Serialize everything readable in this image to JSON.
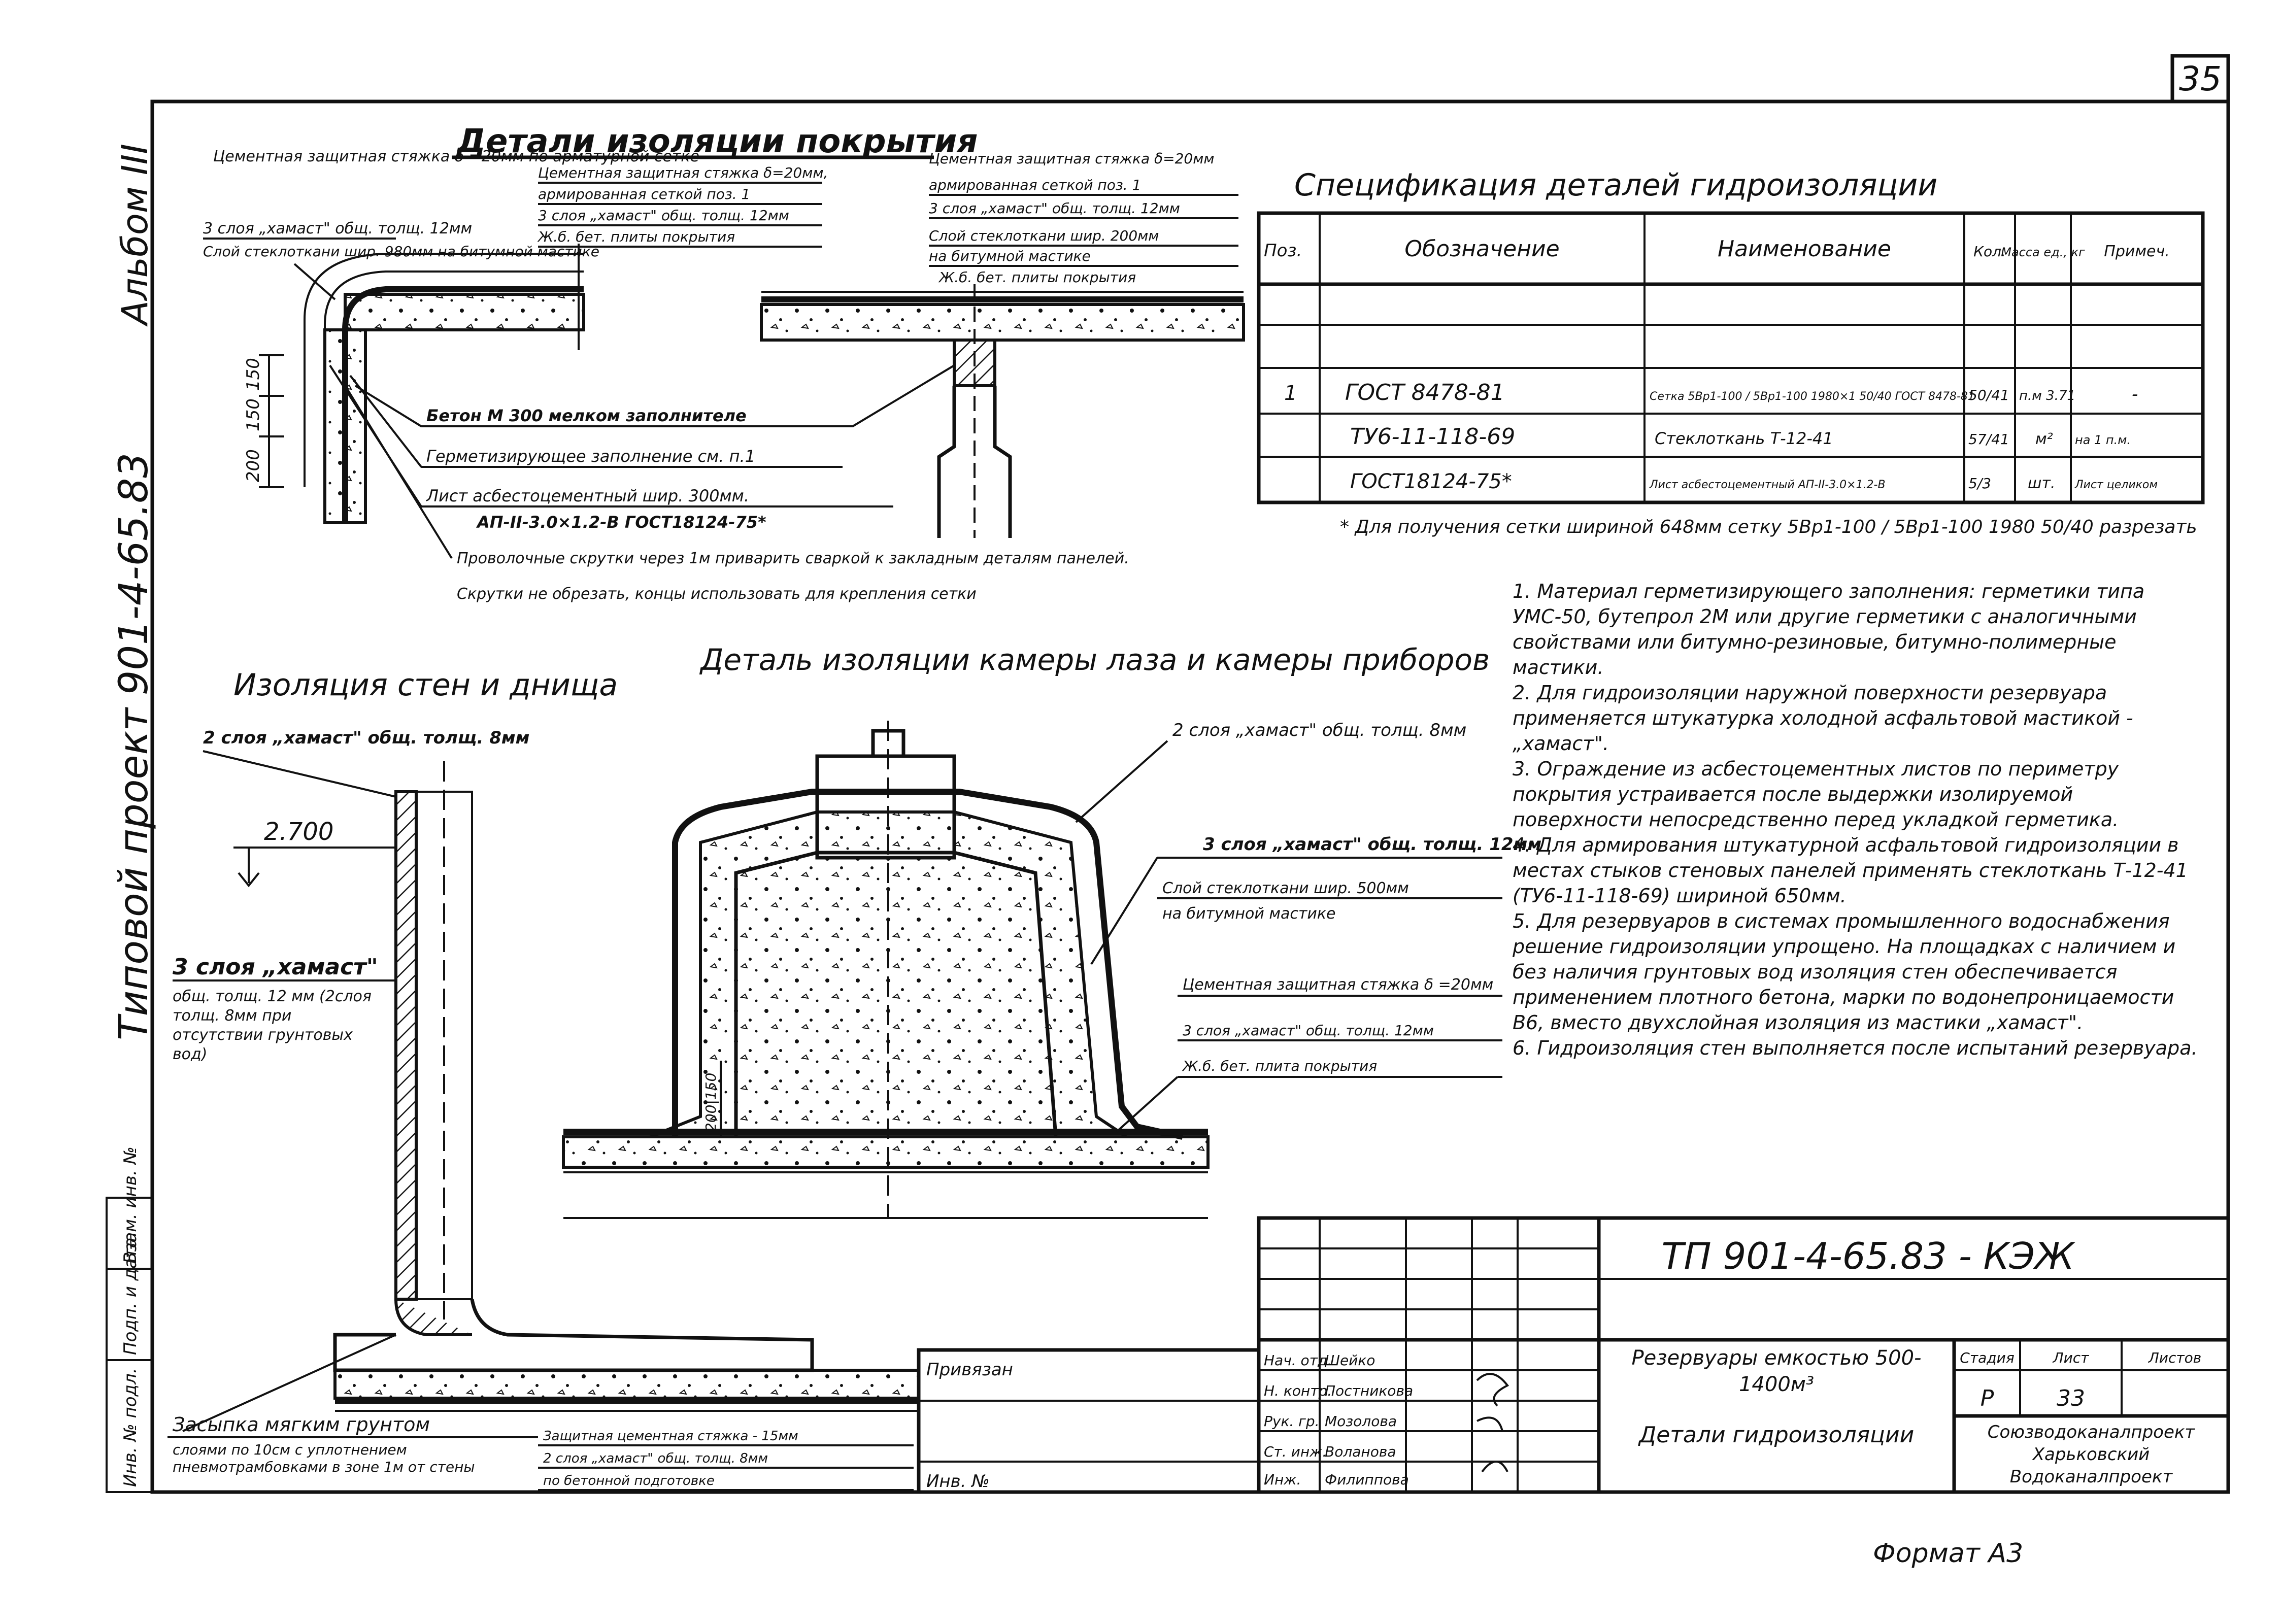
{
  "sheet_number": "35",
  "album": "Альбом III",
  "project": "Типовой проект 901-4-65.83",
  "section_titles": {
    "roof": "Детали изоляции покрытия",
    "walls": "Изоляция стен и днища",
    "chamber": "Деталь изоляции камеры лаза и камеры приборов",
    "spec": "Спецификация деталей гидроизоляции"
  },
  "roof_labels": [
    "Цементная защитная стяжка δ =20мм по арматурной сетке",
    "3 слоя „хамаст\" общ. толщ. 12мм",
    "Слой стеклоткани шир. 980мм на битумной мастике",
    "Цементная защитная стяжка δ=20мм,",
    "армированная сеткой поз. 1",
    "3 слоя „хамаст\" общ. толщ. 12мм",
    "Ж.б. бет. плиты покрытия",
    "Цементная защитная стяжка δ=20мм",
    "армированная сеткой поз. 1",
    "3 слоя „хамаст\" общ. толщ. 12мм",
    "Слой стеклоткани шир. 200мм",
    "на битумной мастике",
    "Ж.б. бет. плиты покрытия",
    "Бетон М 300 мелком заполнителе",
    "Герметизирующее заполнение см. п.1",
    "Лист асбестоцементный шир. 300мм.",
    "АП-II-3.0×1.2-В ГОСТ18124-75*",
    "Проволочные скрутки через 1м приварить сваркой к закладным деталям панелей.",
    "Скрутки не обрезать, концы использовать для крепления сетки"
  ],
  "roof_dims": [
    "200",
    "150",
    "150"
  ],
  "walls_labels": {
    "top": "2 слоя „хамаст\" общ. толщ. 8мм",
    "elev": "2.700",
    "mid_title": "3 слоя „хамаст\"",
    "mid_body": "общ. толщ. 12 мм (2слоя толщ. 8мм при отсутствии грунтовых вод)",
    "backfill_title": "Засыпка мягким грунтом",
    "backfill_body": "слоями по 10см с уплотнением пневмотрамбовками в зоне 1м от стены",
    "screed": "Защитная цементная стяжка - 15мм",
    "layers": "2 слоя „хамаст\" общ. толщ. 8мм",
    "prep": "по бетонной подготовке"
  },
  "chamber_labels": {
    "top": "2 слоя „хамаст\" общ. толщ. 8мм",
    "mid": "3 слоя „хамаст\" общ. толщ. 12мм",
    "glass": "Слой стеклоткани шир. 500мм",
    "mastic": "на битумной мастике",
    "screed": "Цементная защитная стяжка δ =20мм",
    "layers": "3 слоя „хамаст\" общ. толщ. 12мм",
    "slab": "Ж.б. бет. плита покрытия",
    "dim": "200|150"
  },
  "spec_table": {
    "headers": [
      "Поз.",
      "Обозначение",
      "Наименование",
      "Кол.",
      "Масса ед., кг",
      "Примеч."
    ],
    "rows": [
      [
        "1",
        "ГОСТ 8478-81",
        "Сетка 5Вр1-100 / 5Вр1-100 1980×1 50/40 ГОСТ 8478-81",
        "50/41",
        "п.м 3.71",
        "-"
      ],
      [
        "",
        "ТУ6-11-118-69",
        "Стеклоткань Т-12-41",
        "57/41",
        "м²",
        "на 1 п.м."
      ],
      [
        "",
        "ГОСТ18124-75*",
        "Лист асбестоцементный АП-II-3.0×1.2-В",
        "5/3",
        "шт.",
        "Лист целиком"
      ]
    ],
    "footnote": "* Для получения сетки шириной 648мм сетку 5Вр1-100 / 5Вр1-100 1980 50/40 разрезать"
  },
  "notes": [
    "1. Материал герметизирующего заполнения: герметики типа УМС-50, бутепрол 2М или другие герметики с аналогичными свойствами или битумно-резиновые, битумно-полимерные мастики.",
    "2. Для гидроизоляции наружной поверхности резервуара применяется штукатурка холодной асфальтовой мастикой - „хамаст\".",
    "3. Ограждение из асбестоцементных листов по периметру покрытия устраивается после выдержки изолируемой поверхности непосредственно перед укладкой герметика.",
    "4. Для армирования штукатурной асфальтовой гидроизоляции в местах стыков стеновых панелей применять стеклоткань Т-12-41 (ТУ6-11-118-69) шириной 650мм.",
    "5. Для резервуаров в системах промышленного водоснабжения решение гидроизоляции упрощено. На площадках с наличием и без наличия грунтовых вод изоляция стен обеспечивается применением плотного бетона, марки по водонепроницаемости В6, вместо двухслойная изоляция из мастики „хамаст\".",
    "6. Гидроизоляция стен выполняется после испытаний резервуара."
  ],
  "title_block": {
    "code": "ТП 901-4-65.83 - КЭЖ",
    "binding": "Привязан",
    "inv": "Инв. №",
    "object": "Резервуары емкостью 500-1400м³",
    "drawing": "Детали гидроизоляции",
    "stage_label": "Стадия",
    "sheet_label": "Лист",
    "sheets_label": "Листов",
    "stage": "Р",
    "sheet": "33",
    "org": "Союзводоканалпроект Харьковский Водоканалпроект",
    "signers": [
      {
        "role": "Нач. отд.",
        "name": "Шейко"
      },
      {
        "role": "Н. контр.",
        "name": "Постникова"
      },
      {
        "role": "Рук. гр.",
        "name": "Мозолова"
      },
      {
        "role": "Ст. инж.",
        "name": "Воланова"
      },
      {
        "role": "Инж.",
        "name": "Филиппова"
      }
    ]
  },
  "left_stamp": [
    "Инв. № подл.",
    "Подп. и дата",
    "Взам. инв. №"
  ],
  "format": "Формат А3"
}
